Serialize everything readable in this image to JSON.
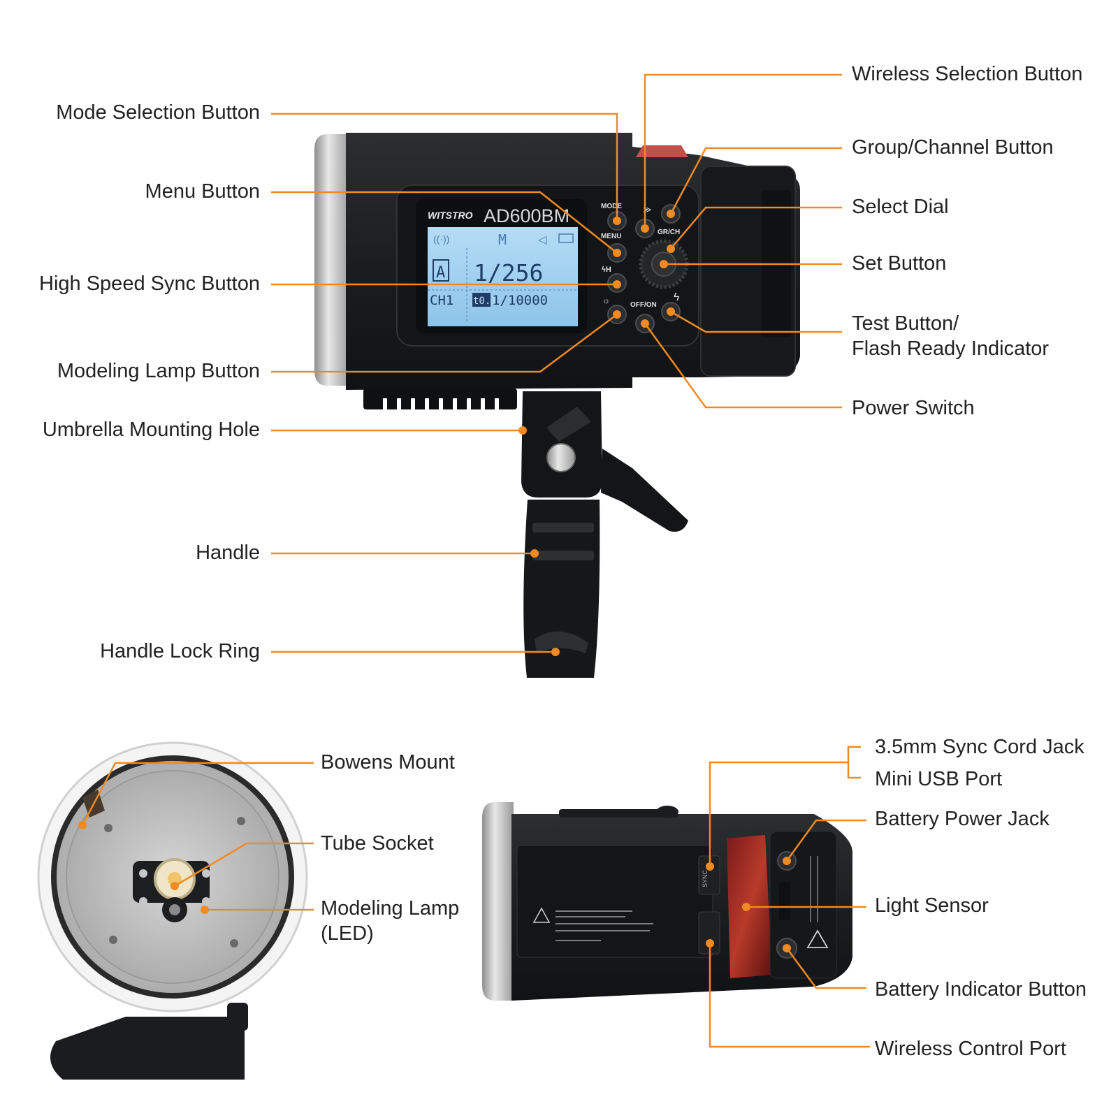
{
  "colors": {
    "leader": "#f08a24",
    "label_text": "#222222",
    "body_dark": "#1f2123",
    "lcd_screen": "#9fcff0",
    "metal": "#c7c7c7"
  },
  "main_view": {
    "labels_left": [
      {
        "key": "mode_selection",
        "text": "Mode Selection Button"
      },
      {
        "key": "menu",
        "text": "Menu Button"
      },
      {
        "key": "hss",
        "text": "High Speed Sync Button"
      },
      {
        "key": "modeling_lamp_btn",
        "text": "Modeling Lamp Button"
      },
      {
        "key": "umbrella",
        "text": "Umbrella Mounting Hole"
      },
      {
        "key": "handle",
        "text": "Handle"
      },
      {
        "key": "handle_lock",
        "text": "Handle Lock Ring"
      }
    ],
    "labels_right": [
      {
        "key": "wireless_selection",
        "text": "Wireless Selection Button"
      },
      {
        "key": "group_channel",
        "text": "Group/Channel Button"
      },
      {
        "key": "select_dial",
        "text": "Select Dial"
      },
      {
        "key": "set",
        "text": "Set Button"
      },
      {
        "key": "test",
        "line1": "Test Button/",
        "line2": "Flash Ready Indicator"
      },
      {
        "key": "power",
        "text": "Power Switch"
      }
    ],
    "device": {
      "brand": "WITSTRO",
      "model": "AD600BM",
      "lcd": {
        "mode_letter": "M",
        "group": "A",
        "power": "1/256",
        "channel": "CH1",
        "step": "t0.1",
        "speed": "1/10000"
      },
      "button_labels": {
        "mode": "MODE",
        "menu": "MENU",
        "grch": "GR/CH",
        "hss": "ϟH",
        "offon": "OFF/ON"
      }
    }
  },
  "front_view": {
    "labels": [
      {
        "key": "bowens",
        "text": "Bowens Mount"
      },
      {
        "key": "tube_socket",
        "text": "Tube Socket"
      },
      {
        "key": "modeling_lamp_led",
        "line1": "Modeling Lamp",
        "line2": "(LED)"
      }
    ]
  },
  "side_view": {
    "labels": [
      {
        "key": "sync_jack",
        "text": "3.5mm Sync Cord Jack"
      },
      {
        "key": "usb",
        "text": "Mini USB Port"
      },
      {
        "key": "battery_jack",
        "text": "Battery Power Jack"
      },
      {
        "key": "light_sensor",
        "text": "Light Sensor"
      },
      {
        "key": "battery_indicator",
        "text": "Battery Indicator Button"
      },
      {
        "key": "wireless_port",
        "text": "Wireless Control Port"
      }
    ],
    "device_text": {
      "sync": "SYNC"
    }
  }
}
